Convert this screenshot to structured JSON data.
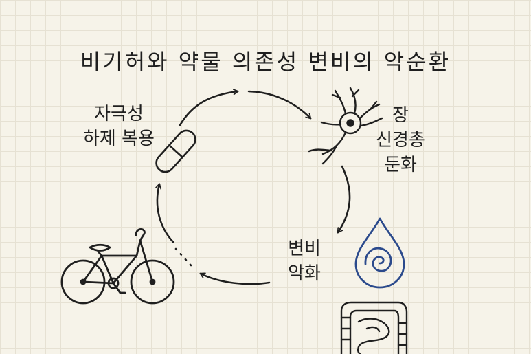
{
  "title": "비기허와 약물 의존성 변비의 악순환",
  "stages": {
    "stimulant": {
      "line1": "자극성",
      "line2": "하제 복용"
    },
    "nerve": {
      "line1": "장",
      "line2": "신경총",
      "line3": "둔화"
    },
    "worsening": {
      "line1": "변비",
      "line2": "악화"
    }
  },
  "icons": [
    "pill-icon",
    "neuron-icon",
    "water-drop-spiral-icon",
    "intestine-icon",
    "bicycle-icon"
  ],
  "colors": {
    "ink": "#1f1f1f",
    "drop_blue": "#2b4a8c",
    "background": "#f6f3e9"
  }
}
